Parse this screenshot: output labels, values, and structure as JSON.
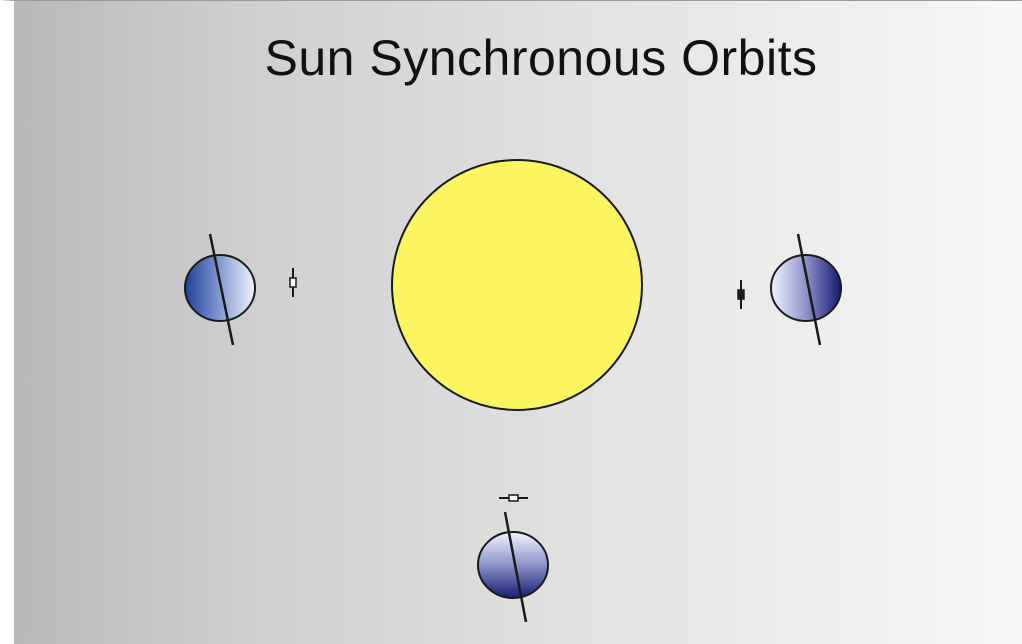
{
  "slide": {
    "title": "Sun Synchronous Orbits"
  },
  "colors": {
    "sun_fill": "#fbf560",
    "planet_dark": "#1a1f7a",
    "planet_light": "#eef0ff",
    "background_left": "#b9b9b9",
    "background_right": "#f7f7f7"
  },
  "diagram": {
    "sun": {
      "label": ""
    },
    "orbit_positions": [
      "left",
      "right",
      "bottom"
    ]
  }
}
